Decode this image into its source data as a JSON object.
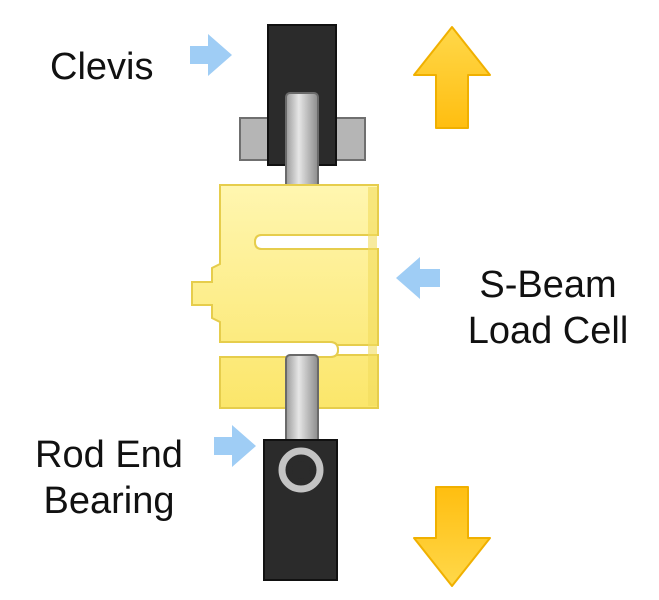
{
  "labels": {
    "clevis": "Clevis",
    "sbeam_line1": "S-Beam",
    "sbeam_line2": "Load Cell",
    "rodend_line1": "Rod End",
    "rodend_line2": "Bearing"
  },
  "colors": {
    "pointer_arrow": "#9fcdf5",
    "force_arrow": "#ffc61e",
    "force_arrow_edge": "#f0b000",
    "clevis_body": "#2b2b2b",
    "rod_metal": "#c8c8c8",
    "load_cell": "#fff08a",
    "load_cell_edge": "#e8cf50",
    "text": "#111111"
  },
  "icons": {
    "force_up": "up-arrow-icon",
    "force_down": "down-arrow-icon",
    "pointer": "right-pointer-arrow-icon"
  }
}
